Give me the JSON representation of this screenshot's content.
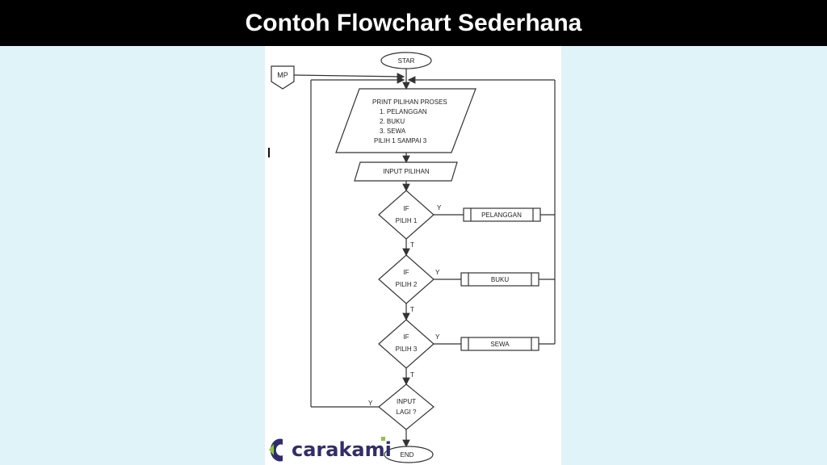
{
  "page": {
    "title": "Contoh Flowchart Sederhana"
  },
  "flowchart": {
    "start": "STAR",
    "offpage": "MP",
    "print_title": "PRINT PILIHAN PROSES",
    "print_items": [
      "1.  PELANGGAN",
      "2.  BUKU",
      "3.  SEWA"
    ],
    "print_footer": "PILIH 1 SAMPAI 3",
    "input": "INPUT PILIHAN",
    "decisions": [
      {
        "line1": "IF",
        "line2": "PILIH 1"
      },
      {
        "line1": "IF",
        "line2": "PILIH 2"
      },
      {
        "line1": "IF",
        "line2": "PILIH 3"
      }
    ],
    "processes": [
      "PELANGGAN",
      "BUKU",
      "SEWA"
    ],
    "yes": "Y",
    "no": "T",
    "again": {
      "line1": "INPUT",
      "line2": "LAGI ?"
    },
    "again_yes": "Y",
    "end": "END"
  },
  "brand": {
    "name": "carakami",
    "colors": {
      "dark": "#2f2e6a",
      "accent": "#8cc63f"
    }
  }
}
